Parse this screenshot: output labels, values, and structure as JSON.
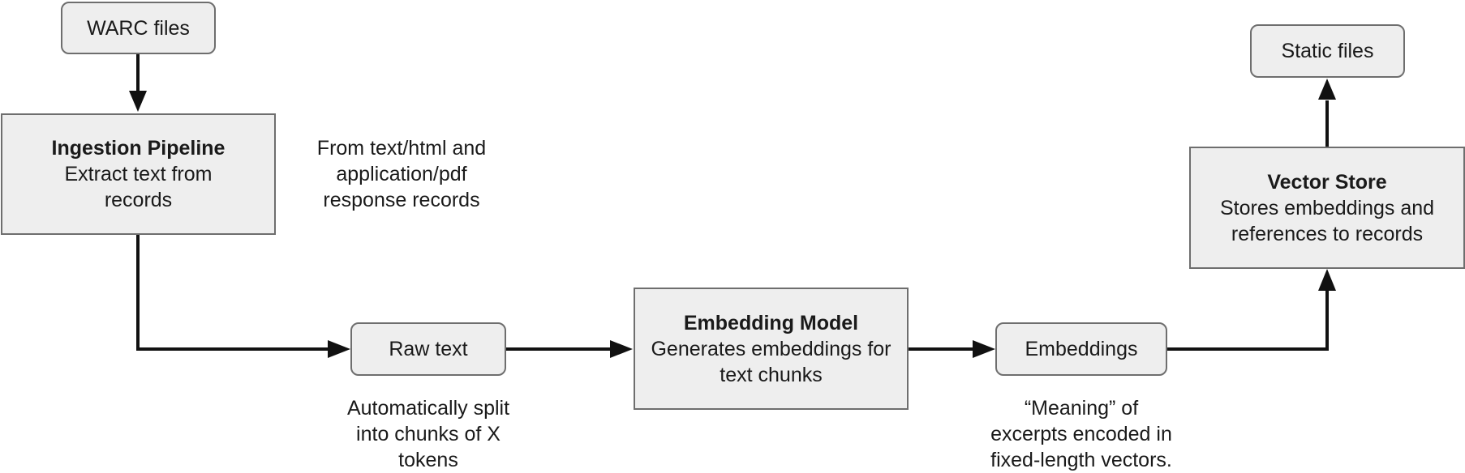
{
  "colors": {
    "node_fill": "#eeeeee",
    "node_border": "#6e6e6e",
    "arrow": "#111111",
    "text": "#1a1a1a"
  },
  "nodes": {
    "warc_files": {
      "label": "WARC files"
    },
    "ingestion_pipeline": {
      "title": "Ingestion Pipeline",
      "description": "Extract text from records"
    },
    "raw_text": {
      "label": "Raw text"
    },
    "embedding_model": {
      "title": "Embedding Model",
      "description": "Generates embeddings for text chunks"
    },
    "embeddings": {
      "label": "Embeddings"
    },
    "vector_store": {
      "title": "Vector Store",
      "description": "Stores embeddings and references to records"
    },
    "static_files": {
      "label": "Static files"
    }
  },
  "notes": {
    "ingestion_note": "From text/html and\napplication/pdf\nresponse records",
    "raw_text_note": "Automatically split\ninto chunks of X\ntokens",
    "embeddings_note": "“Meaning” of\nexcerpts encoded in\nfixed-length vectors."
  }
}
